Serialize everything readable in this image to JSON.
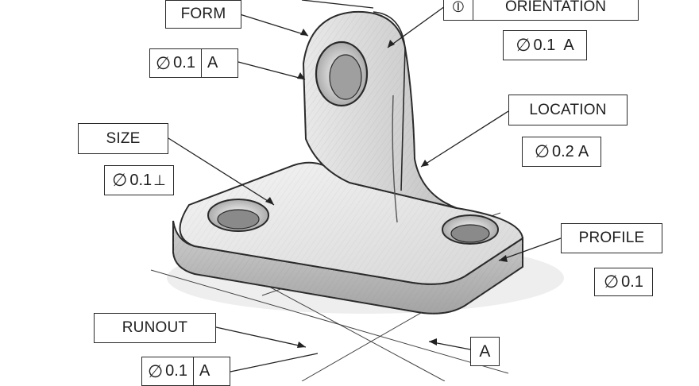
{
  "labels": {
    "form": "FORM",
    "orientation": "ORIENTATION",
    "size": "SIZE",
    "location": "LOCATION",
    "profile": "PROFILE",
    "runout": "RUNOUT"
  },
  "frames": {
    "form": {
      "symbol": "∅",
      "value": "0.1",
      "datum": "A"
    },
    "orientation_symbol": "⦶",
    "orientation": {
      "symbol": "∅",
      "value": "0.1",
      "datum": "A"
    },
    "size": {
      "symbol": "∅",
      "value": "0.1",
      "suffix": "⊥"
    },
    "location": {
      "symbol": "∅",
      "value": "0.2",
      "datum": "A"
    },
    "profile": {
      "symbol": "∅",
      "value": "0.1"
    },
    "runout": {
      "symbol": "∅",
      "value": "0.1",
      "datum": "A"
    }
  },
  "datum": {
    "label": "A"
  },
  "colors": {
    "ink": "#2a2a2a",
    "shade": "#b9b9b9",
    "paper": "#ffffff"
  }
}
